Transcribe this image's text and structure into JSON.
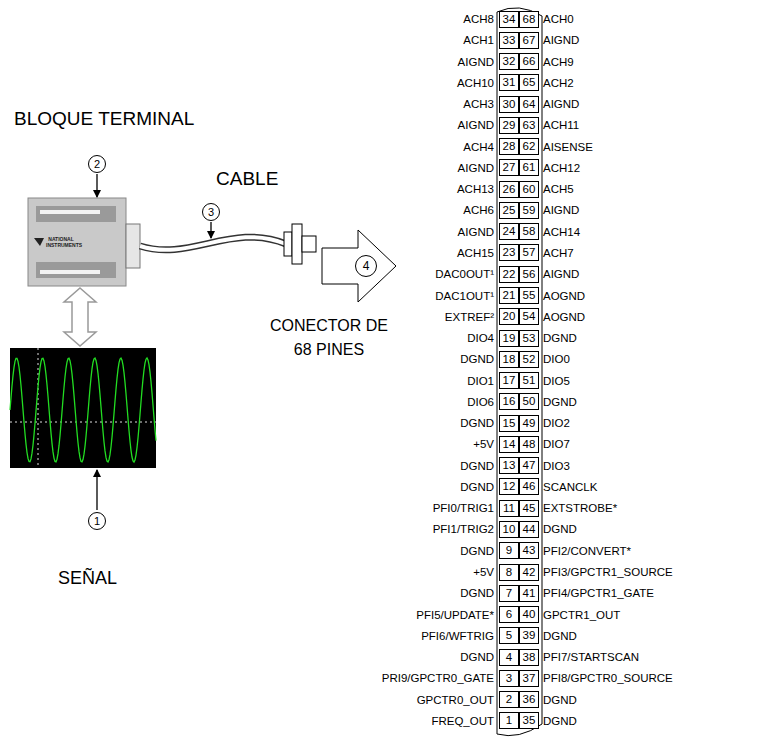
{
  "diagram": {
    "nodes": [
      {
        "text": [
          "2"
        ]
      },
      {
        "text": [
          "3"
        ]
      },
      {
        "text": [
          "4"
        ]
      },
      {
        "text": [
          "1"
        ]
      }
    ],
    "labels": [
      "BLOQUE TERMINAL",
      "CABLE",
      "CONECTOR DE 68 PINES",
      "SEÑAL",
      "NATIONAL INSTRUMENTS",
      "ACH8",
      "34",
      "68",
      "ACH0",
      "ACH1",
      "33",
      "67",
      "AIGND",
      "AIGND",
      "32",
      "66",
      "ACH9",
      "ACH10",
      "31",
      "65",
      "ACH2",
      "ACH3",
      "30",
      "64",
      "AIGND",
      "AIGND",
      "29",
      "63",
      "ACH11",
      "ACH4",
      "28",
      "62",
      "AISENSE",
      "AIGND",
      "27",
      "61",
      "ACH12",
      "ACH13",
      "26",
      "60",
      "ACH5",
      "ACH6",
      "25",
      "59",
      "AIGND",
      "AIGND",
      "24",
      "58",
      "ACH14",
      "ACH15",
      "23",
      "57",
      "ACH7",
      "DAC0OUT¹",
      "22",
      "56",
      "AIGND",
      "DAC1OUT¹",
      "21",
      "55",
      "AOGND",
      "EXTREF²",
      "20",
      "54",
      "AOGND",
      "DIO4",
      "19",
      "53",
      "DGND",
      "DGND",
      "18",
      "52",
      "DIO0",
      "DIO1",
      "17",
      "51",
      "DIO5",
      "DIO6",
      "16",
      "50",
      "DGND",
      "DGND",
      "15",
      "49",
      "DIO2",
      "+5V",
      "14",
      "48",
      "DIO7",
      "DGND",
      "13",
      "47",
      "DIO3",
      "DGND",
      "12",
      "46",
      "SCANCLK",
      "PFI0/TRIG1",
      "11",
      "45",
      "EXTSTROBE*",
      "PFI1/TRIG2",
      "10",
      "44",
      "DGND",
      "DGND",
      "9",
      "43",
      "PFI2/CONVERT*",
      "+5V",
      "8",
      "42",
      "PFI3/GPCTR1_SOURCE",
      "DGND",
      "7",
      "41",
      "PFI4/GPCTR1_GATE",
      "PFI5/UPDATE*",
      "6",
      "40",
      "GPCTR1_OUT",
      "PFI6/WFTRIG",
      "5",
      "39",
      "DGND",
      "DGND",
      "4",
      "38",
      "PFI7/STARTSCAN",
      "PRI9/GPCTR0_GATE",
      "3",
      "37",
      "PFI8/GPCTR0_SOURCE",
      "GPCTR0_OUT",
      "2",
      "36",
      "DGND",
      "FREQ_OUT",
      "1",
      "35",
      "DGND"
    ]
  }
}
